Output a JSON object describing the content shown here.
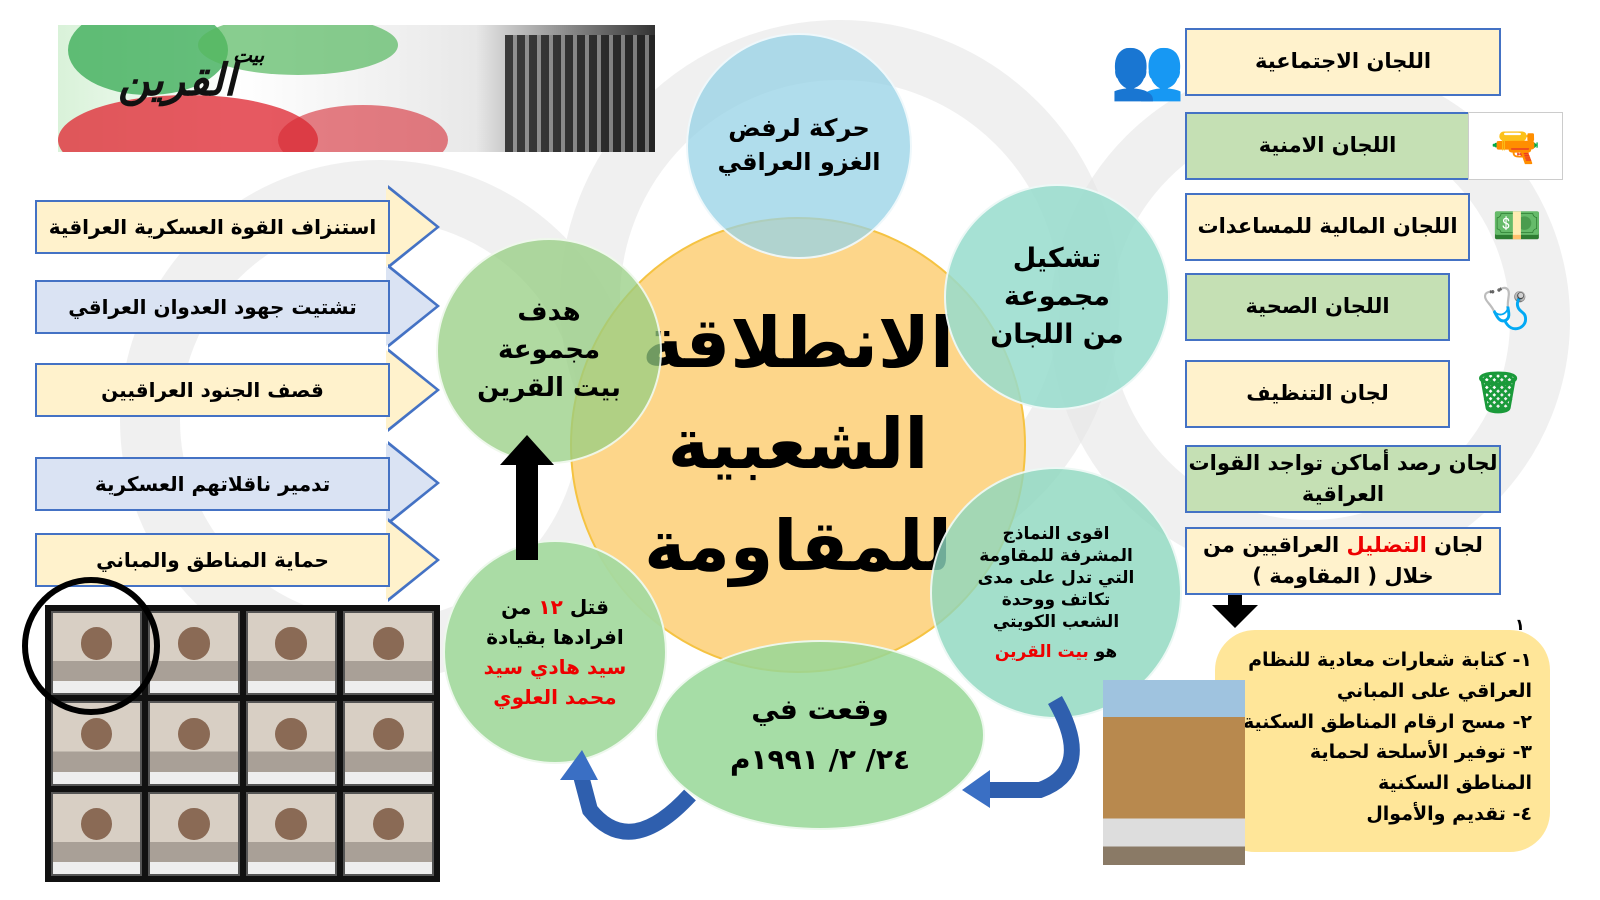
{
  "banner": {
    "title": "القرين",
    "prefix": "بيت"
  },
  "left_arrows": [
    {
      "label": "استنزاف القوة العسكرية العراقية",
      "color": "#fff2cc"
    },
    {
      "label": "تشتيت جهود العدوان العراقي",
      "color": "#dae3f3"
    },
    {
      "label": "قصف الجنود العراقيين",
      "color": "#fff2cc"
    },
    {
      "label": "تدمير ناقلاتهم العسكرية",
      "color": "#dae3f3"
    },
    {
      "label": "حماية المناطق والمباني",
      "color": "#fff2cc"
    }
  ],
  "center": {
    "line1": "الانطلاقة",
    "line2": "الشعبية",
    "line3": "للمقاومة"
  },
  "circles": {
    "top": {
      "line1": "حركة لرفض",
      "line2": "الغزو العراقي"
    },
    "left": {
      "line1": "هدف",
      "line2": "مجموعة",
      "line3": "بيت القرين"
    },
    "right": {
      "line1": "تشكيل",
      "line2": "مجموعة",
      "line3": "من اللجان"
    },
    "bottom_right": {
      "text": "اقوى النماذج المشرفة للمقاومة التي تدل على مدى تكاتف ووحدة الشعب الكويتي",
      "prefix": "هو",
      "highlight": "بيت القرين"
    },
    "bottom_left": {
      "part1": "قتل",
      "number": "١٢",
      "part2": "من افرادها بقيادة",
      "leader": "سيد هادي سيد محمد العلوي"
    },
    "bottom": {
      "line1": "وقعت في",
      "date": "٢٤/ ٢/ ١٩٩١م"
    }
  },
  "committees": [
    {
      "label": "اللجان الاجتماعية",
      "icon": "people-icon"
    },
    {
      "label": "اللجان الامنية",
      "icon": "revolver-icon"
    },
    {
      "label": "اللجان المالية للمساعدات",
      "icon": "money-icon"
    },
    {
      "label": "اللجان الصحية",
      "icon": "stethoscope-icon"
    },
    {
      "label": "لجان التنظيف",
      "icon": "trash-icon"
    },
    {
      "label": "لجان رصد أماكن تواجد القوات العراقية"
    },
    {
      "label_pre": "لجان",
      "label_highlight": "التضليل",
      "label_post": "العراقيين من خلال ( المقاومة )"
    }
  ],
  "resistance_list": {
    "stray_number": "١",
    "items": [
      "١- كتابة شعارات معادية للنظام العراقي على المباني",
      "٢- مسح ارقام المناطق السكنية",
      "٣-  توفير الأسلحة لحماية المناطق السكنية",
      "٤- تقديم والأموال"
    ]
  },
  "colors": {
    "center": "#fdd68a",
    "green": "#a9dba0",
    "teal": "#a2e0d0",
    "blue": "#a8d8e6",
    "arrow_blue": "#4472c4",
    "highlight": "#ee0000"
  }
}
